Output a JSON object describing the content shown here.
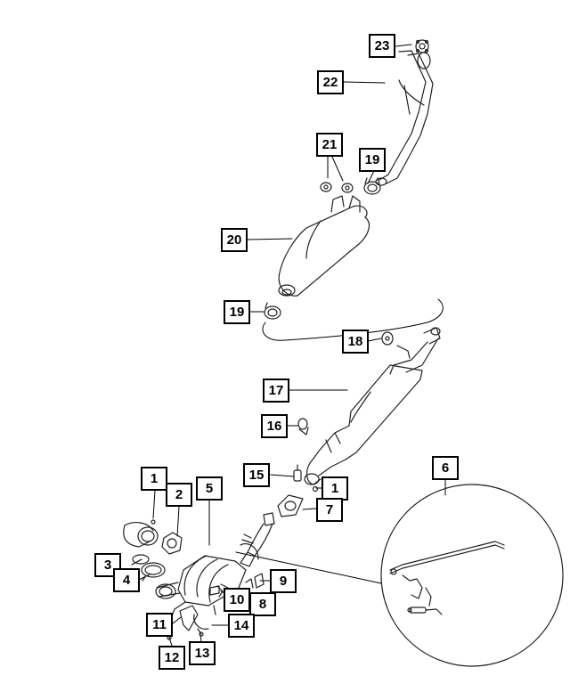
{
  "callouts": [
    {
      "id": "c23",
      "label": "23"
    },
    {
      "id": "c22",
      "label": "22"
    },
    {
      "id": "c21",
      "label": "21"
    },
    {
      "id": "c19a",
      "label": "19"
    },
    {
      "id": "c20",
      "label": "20"
    },
    {
      "id": "c19b",
      "label": "19"
    },
    {
      "id": "c18",
      "label": "18"
    },
    {
      "id": "c17",
      "label": "17"
    },
    {
      "id": "c16",
      "label": "16"
    },
    {
      "id": "c15",
      "label": "15"
    },
    {
      "id": "c1a",
      "label": "1"
    },
    {
      "id": "c1b",
      "label": "1"
    },
    {
      "id": "c2",
      "label": "2"
    },
    {
      "id": "c5",
      "label": "5"
    },
    {
      "id": "c6",
      "label": "6"
    },
    {
      "id": "c7",
      "label": "7"
    },
    {
      "id": "c3",
      "label": "3"
    },
    {
      "id": "c4",
      "label": "4"
    },
    {
      "id": "c9",
      "label": "9"
    },
    {
      "id": "c8",
      "label": "8"
    },
    {
      "id": "c10",
      "label": "10"
    },
    {
      "id": "c11",
      "label": "11"
    },
    {
      "id": "c14",
      "label": "14"
    },
    {
      "id": "c12",
      "label": "12"
    },
    {
      "id": "c13",
      "label": "13"
    }
  ]
}
